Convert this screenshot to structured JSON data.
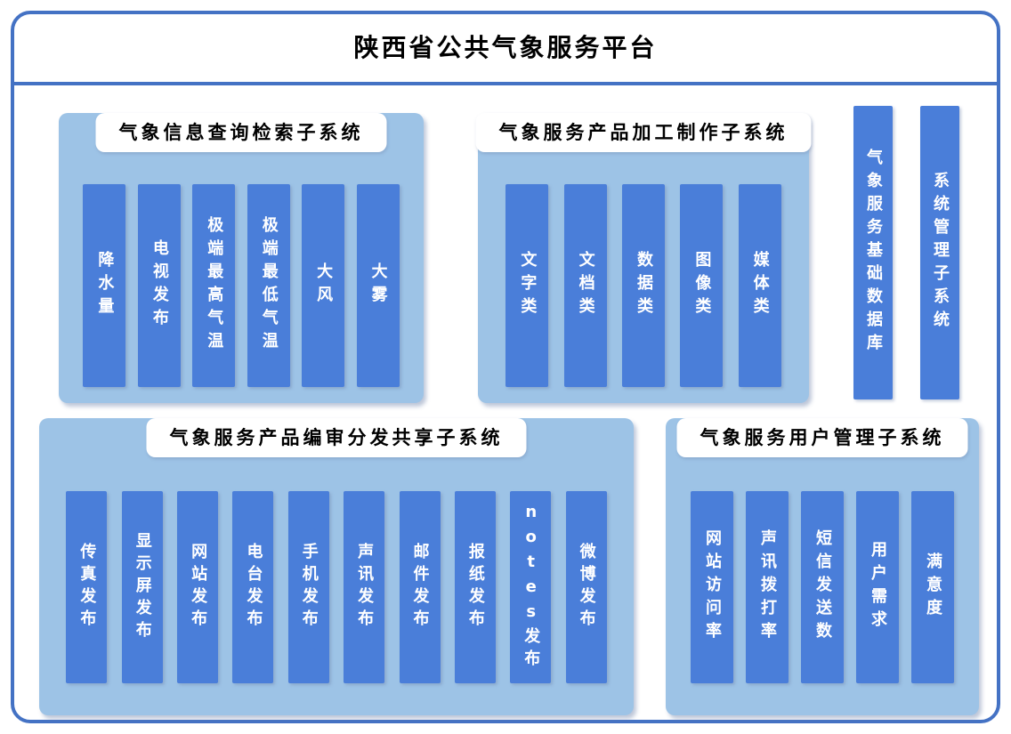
{
  "header": {
    "title": "陕西省公共气象服务平台"
  },
  "colors": {
    "border": "#4472C4",
    "panel-bg": "#9DC3E6",
    "bar-bg": "#4A7ED9"
  },
  "panels": [
    {
      "title": "气象信息查询检索子系统",
      "bars": [
        "降水量",
        "电视发布",
        "极端最高气温",
        "极端最低气温",
        "大风",
        "大雾"
      ]
    },
    {
      "title": "气象服务产品加工制作子系统",
      "bars": [
        "文字类",
        "文档类",
        "数据类",
        "图像类",
        "媒体类"
      ]
    },
    {
      "title": "气象服务产品编审分发共享子系统",
      "bars": [
        "传真发布",
        "显示屏发布",
        "网站发布",
        "电台发布",
        "手机发布",
        "声讯发布",
        "邮件发布",
        "报纸发布",
        "notes发布",
        "微博发布"
      ]
    },
    {
      "title": "气象服务用户管理子系统",
      "bars": [
        "网站访问率",
        "声讯拨打率",
        "短信发送数",
        "用户需求",
        "满意度"
      ]
    }
  ],
  "side_bars": [
    "气象服务基础数据库",
    "系统管理子系统"
  ]
}
